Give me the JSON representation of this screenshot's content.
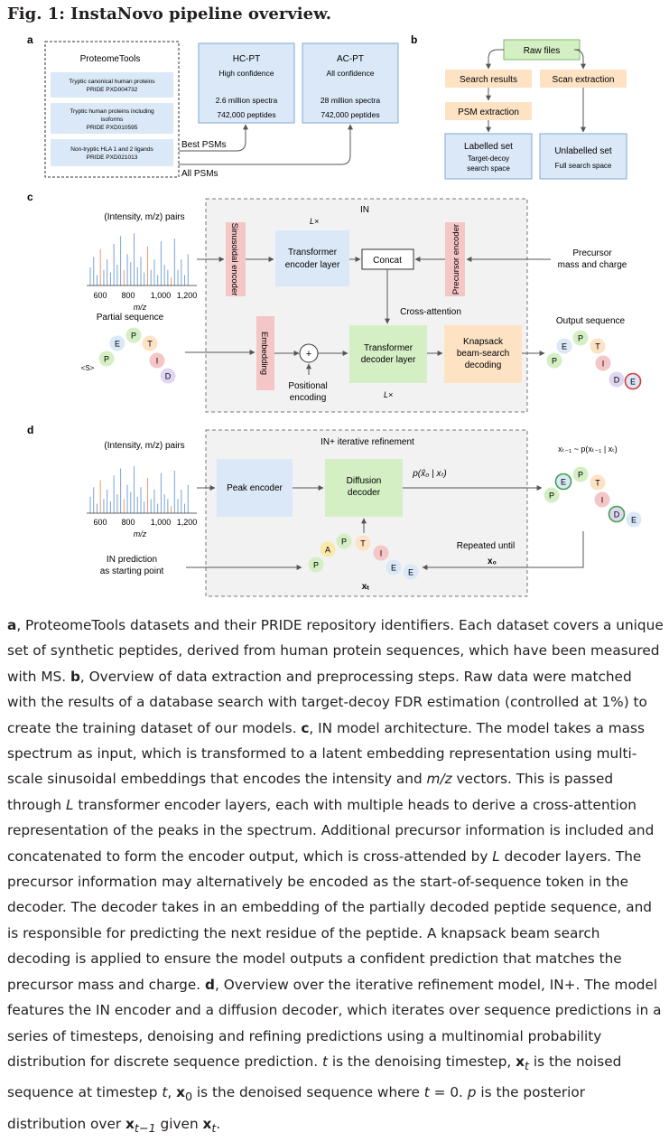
{
  "figure": {
    "title": "Fig. 1: InstaNovo pipeline overview.",
    "panel_labels": {
      "a": "a",
      "b": "b",
      "c": "c",
      "d": "d"
    }
  },
  "panel_a": {
    "group_title": "ProteomeTools",
    "datasets": [
      {
        "line1": "Tryptic canonical human proteins",
        "line2": "PRIDE PXD004732"
      },
      {
        "line1": "Tryptic human proteins including",
        "line2": "isoforms",
        "line3": "PRIDE PXD010595"
      },
      {
        "line1": "Non-tryptic HLA 1 and 2 ligands",
        "line2": "PRIDE PXD021013"
      }
    ],
    "hc": {
      "name": "HC-PT",
      "subtitle": "High confidence",
      "spectra": "2.6 million spectra",
      "peptides": "742,000 peptides"
    },
    "ac": {
      "name": "AC-PT",
      "subtitle": "All confidence",
      "spectra": "28 million spectra",
      "peptides": "742,000 peptides"
    },
    "best_psms": "Best PSMs",
    "all_psms": "All PSMs"
  },
  "panel_b": {
    "raw": "Raw files",
    "search": "Search results",
    "scan": "Scan extraction",
    "psm": "PSM extraction",
    "labelled": {
      "title": "Labelled set",
      "sub1": "Target-decoy",
      "sub2": "search space"
    },
    "unlabelled": {
      "title": "Unlabelled set",
      "sub": "Full search space"
    }
  },
  "panel_c": {
    "box_title": "IN",
    "intensity_label": "(Intensity, m/z) pairs",
    "ticks": [
      "600",
      "800",
      "1,000",
      "1,200"
    ],
    "axis_label": "m/z",
    "partial_sequence": "Partial sequence",
    "sinusoidal": "Sinusoidal encoder",
    "lx": "L×",
    "transformer_encoder": [
      "Transformer",
      "encoder layer"
    ],
    "concat": "Concat",
    "precursor_encoder": "Precursor encoder",
    "precursor_label": [
      "Precursor",
      "mass and charge"
    ],
    "cross_attention": "Cross-attention",
    "embedding": "Embedding",
    "positional": [
      "Positional",
      "encoding"
    ],
    "transformer_decoder": [
      "Transformer",
      "decoder layer"
    ],
    "knapsack": [
      "Knapsack",
      "beam-search",
      "decoding"
    ],
    "output_sequence": "Output sequence",
    "start_token": "<S>",
    "input_letters": [
      "P",
      "E",
      "P",
      "T",
      "I",
      "D"
    ],
    "output_letters": [
      "P",
      "E",
      "P",
      "T",
      "I",
      "D",
      "E"
    ]
  },
  "panel_d": {
    "box_title": "IN+ iterative refinement",
    "intensity_label": "(Intensity, m/z) pairs",
    "axis_label": "m/z",
    "peak_encoder": "Peak encoder",
    "diffusion_decoder": [
      "Diffusion",
      "decoder"
    ],
    "posterior": "p(x̂₀ | xₜ)",
    "transition": "xₜ₋₁ ~ p(xₜ₋₁ | xₜ)",
    "in_prediction": [
      "IN prediction",
      "as starting point"
    ],
    "repeated_until": "Repeated until",
    "x0": "x₀",
    "xt": "xₜ",
    "noised_letters": [
      "P",
      "A",
      "P",
      "T",
      "I",
      "E",
      "E"
    ],
    "refined_letters": [
      "P",
      "E",
      "P",
      "T",
      "I",
      "D",
      "E"
    ]
  },
  "colors": {
    "blue_box": "#dbe8f7",
    "red_box": "#f4c6c6",
    "green_box": "#d4efc4",
    "orange_box": "#fde2c4",
    "panel_bg": "#f2f2f2"
  },
  "caption": [
    {
      "t": "a",
      "b": true
    },
    {
      "t": ", ProteomeTools datasets and their PRIDE repository identifiers. Each dataset covers a unique set of synthetic peptides, derived from human protein sequences, which have been measured with MS. "
    },
    {
      "t": "b",
      "b": true
    },
    {
      "t": ", Overview of data extraction and preprocessing steps. Raw data were matched with the results of a database search with target-decoy FDR estimation (controlled at 1%) to create the training dataset of our models. "
    },
    {
      "t": "c",
      "b": true
    },
    {
      "t": ", IN model architecture. The model takes a mass spectrum as input, which is transformed to a latent embedding representation using multi-scale sinusoidal embeddings that encodes the intensity and "
    },
    {
      "t": "m/z",
      "i": true
    },
    {
      "t": " vectors. This is passed through "
    },
    {
      "t": "L",
      "i": true
    },
    {
      "t": " transformer encoder layers, each with multiple heads to derive a cross-attention representation of the peaks in the spectrum. Additional precursor information is included and concatenated to form the encoder output, which is cross-attended by "
    },
    {
      "t": "L",
      "i": true
    },
    {
      "t": " decoder layers. The precursor information may alternatively be encoded as the start-of-sequence token in the decoder. The decoder takes in an embedding of the partially decoded peptide sequence, and is responsible for predicting the next residue of the peptide. A knapsack beam search decoding is applied to ensure the model outputs a confident prediction that matches the precursor mass and charge. "
    },
    {
      "t": "d",
      "b": true
    },
    {
      "t": ", Overview over the iterative refinement model, IN+. The model features the IN encoder and a diffusion decoder, which iterates over sequence predictions in a series of timesteps, denoising and refining predictions using a multinomial probability distribution for discrete sequence prediction. "
    },
    {
      "t": "t",
      "i": true
    },
    {
      "t": " is the denoising timestep, "
    },
    {
      "t": "x",
      "b": true
    },
    {
      "t": "t",
      "i": true,
      "sub": true
    },
    {
      "t": " is the noised sequence at timestep "
    },
    {
      "t": "t",
      "i": true
    },
    {
      "t": ", "
    },
    {
      "t": "x",
      "b": true
    },
    {
      "t": "0",
      "sub": true
    },
    {
      "t": " is the denoised sequence where "
    },
    {
      "t": "t",
      "i": true
    },
    {
      "t": " = 0. "
    },
    {
      "t": "p",
      "i": true
    },
    {
      "t": " is the posterior distribution over "
    },
    {
      "t": "x",
      "b": true
    },
    {
      "t": "t−1",
      "i": true,
      "sub": true
    },
    {
      "t": " given "
    },
    {
      "t": "x",
      "b": true
    },
    {
      "t": "t",
      "i": true,
      "sub": true
    },
    {
      "t": "."
    }
  ]
}
